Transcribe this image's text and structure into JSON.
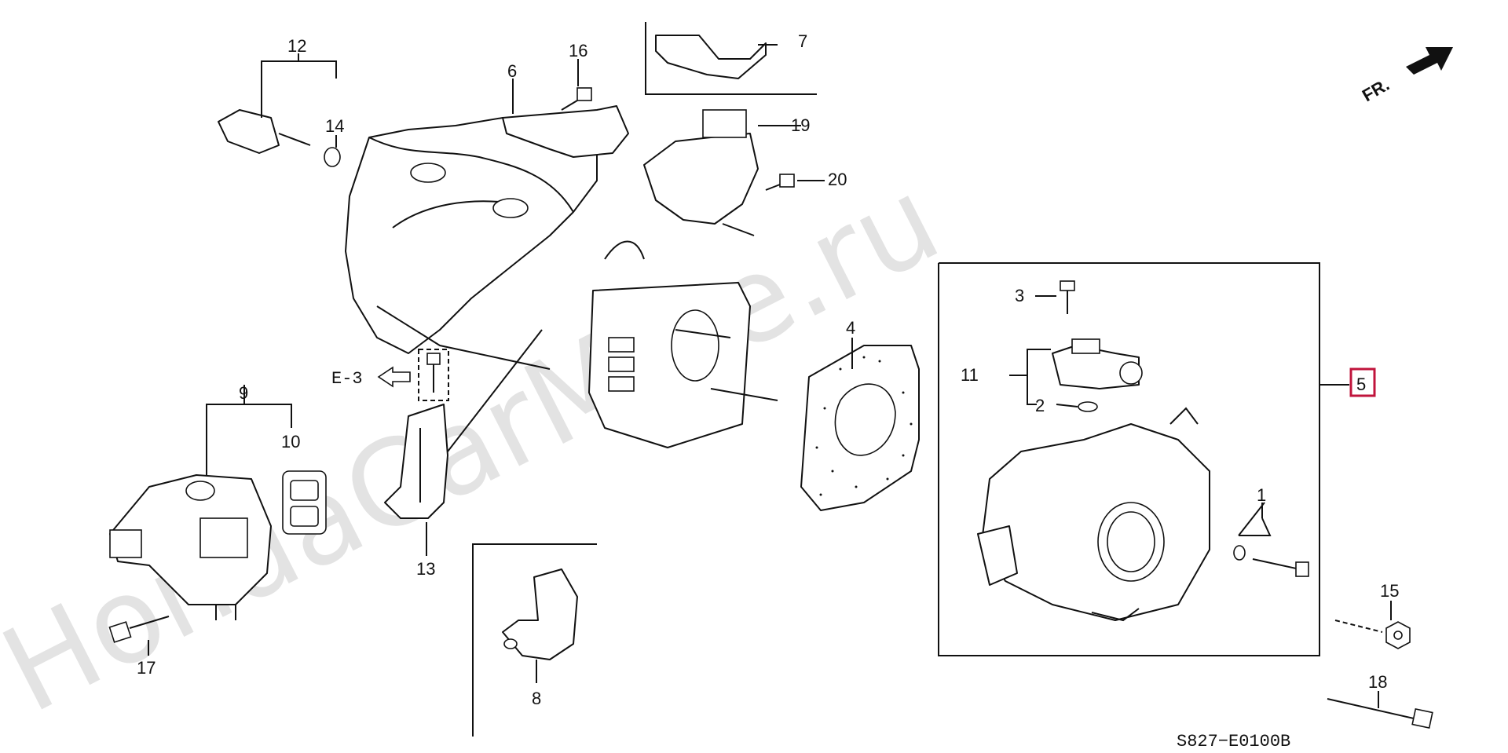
{
  "watermark": "HondaCarMine.ru",
  "direction_label": "FR.",
  "reference": "E-3",
  "diagram_code": "S827−E0100B",
  "callouts": [
    "1",
    "2",
    "3",
    "4",
    "5",
    "6",
    "7",
    "8",
    "9",
    "10",
    "11",
    "12",
    "13",
    "14",
    "15",
    "16",
    "17",
    "18",
    "19",
    "20"
  ],
  "highlighted_callout": "5",
  "colors": {
    "highlight": "#c0143c",
    "line": "#111111",
    "watermark": "#e3e3e3"
  }
}
